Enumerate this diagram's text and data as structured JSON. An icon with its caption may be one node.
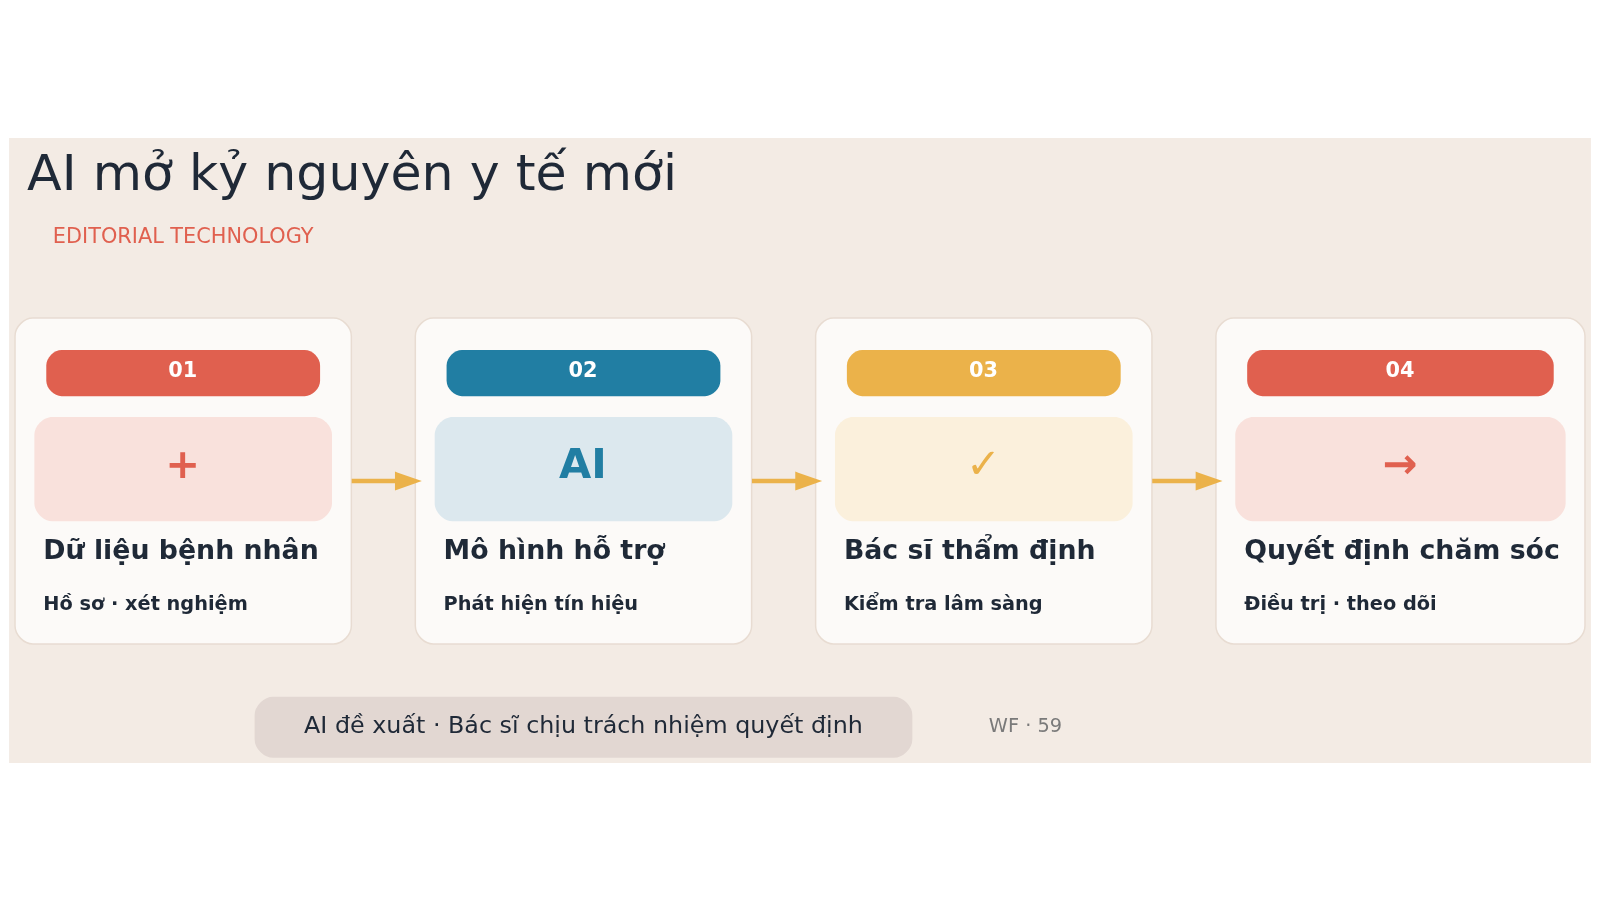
{
  "diagram": {
    "title": "AI mở kỷ nguyên y tế mới",
    "nodes": [
      {
        "text": [
          "01",
          "+",
          "Dữ liệu bệnh nhân",
          "Hồ sơ · xét nghiệm"
        ]
      },
      {
        "text": [
          "02",
          "AI",
          "Mô hình hỗ trợ",
          "Phát hiện tín hiệu"
        ]
      },
      {
        "text": [
          "03",
          "✓",
          "Bác sĩ thẩm định",
          "Kiểm tra lâm sàng"
        ]
      },
      {
        "text": [
          "04",
          "→",
          "Quyết định chăm sóc",
          "Điều trị · theo dõi"
        ]
      },
      {
        "text": [
          "AI đề xuất · Bác sĩ chịu trách nhiệm quyết định"
        ]
      }
    ],
    "edges": [
      {
        "from": 0,
        "to": 1,
        "arrow": "to"
      },
      {
        "from": 1,
        "to": 2,
        "arrow": "to"
      },
      {
        "from": 2,
        "to": 3,
        "arrow": "to"
      }
    ],
    "labels": [
      "EDITORIAL TECHNOLOGY",
      "WF · 59"
    ]
  }
}
